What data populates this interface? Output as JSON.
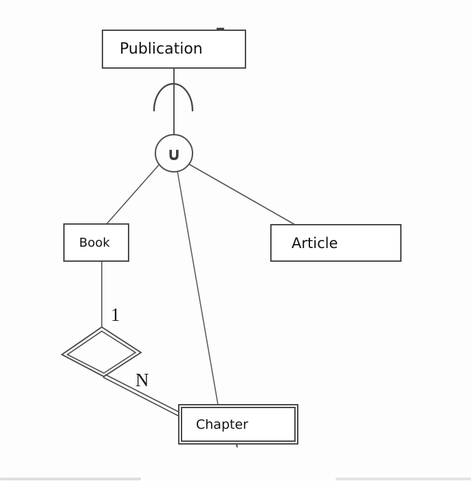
{
  "diagram": {
    "background_color": "#fdfdfd",
    "line_color": "#4a4a4a",
    "text_color": "#121212"
  },
  "entities": {
    "publication": {
      "label": "Publication"
    },
    "book": {
      "label": "Book"
    },
    "article": {
      "label": "Article"
    },
    "chapter": {
      "label": "Chapter"
    }
  },
  "specialization": {
    "union_symbol": "∪"
  },
  "relationship": {
    "book_cardinality": "1",
    "chapter_cardinality": "N"
  }
}
